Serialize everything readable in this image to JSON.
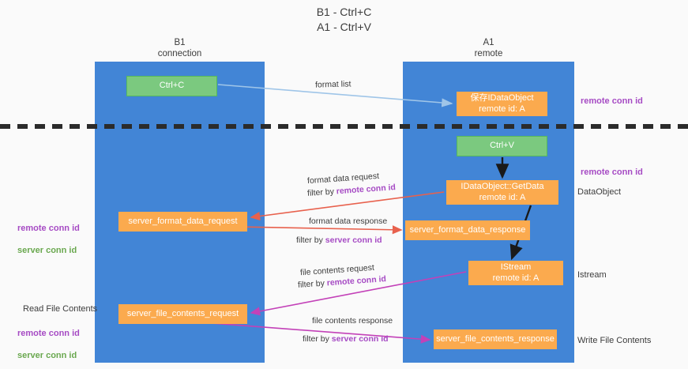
{
  "title": "B1 - Ctrl+C\nA1 - Ctrl+V",
  "columns": {
    "left": "B1\nconnection",
    "right": "A1\nremote"
  },
  "boxes": {
    "ctrl_c": "Ctrl+C",
    "format_data_object": "保存IDataObject\nremote id: A",
    "ctrl_v": "Ctrl+V",
    "get_data": "IDataObject::GetData\nremote id: A",
    "server_format_data_request": "server_format_data_request",
    "server_format_data_response": "server_format_data_response",
    "istream": "IStream\nremote id: A",
    "server_file_contents_request": "server_file_contents_request",
    "server_file_contents_response": "server_file_contents_response"
  },
  "right_labels": {
    "remote_conn_id_top": "remote conn id",
    "remote_conn_id_mid": "remote conn id",
    "dataobject": "DataObject",
    "istream": "Istream",
    "write_file_contents": "Write File Contents"
  },
  "left_labels": {
    "legend_remote": "remote conn id",
    "legend_server": "server conn id",
    "read_file_contents": "Read File Contents",
    "legend_remote_2": "remote conn id",
    "legend_server_2": "server conn id"
  },
  "arrow_labels": {
    "format_list": "format list",
    "format_data_request": "format data request",
    "format_data_request_filter_prefix": "filter by ",
    "format_data_request_filter_key": "remote conn id",
    "format_data_response": "format data response",
    "format_data_response_filter_prefix": "filter by ",
    "format_data_response_filter_key": "server conn id",
    "file_contents_request": "file contents request",
    "file_contents_request_filter_prefix": "filter by ",
    "file_contents_request_filter_key": "remote conn id",
    "file_contents_response": "file contents response",
    "file_contents_response_filter_prefix": "filter by ",
    "file_contents_response_filter_key": "server conn id"
  },
  "colors": {
    "lane": "#4285d6",
    "action_box": "#7bc97f",
    "message_box": "#fbaa4e",
    "remote_conn_id": "#a64bc4",
    "server_conn_id_legend": "#6aa84f",
    "format_arrow": "#9fc5e8",
    "data_arrow": "#e8614d",
    "file_arrow": "#c341b8",
    "divider": "#2b2b2b"
  }
}
